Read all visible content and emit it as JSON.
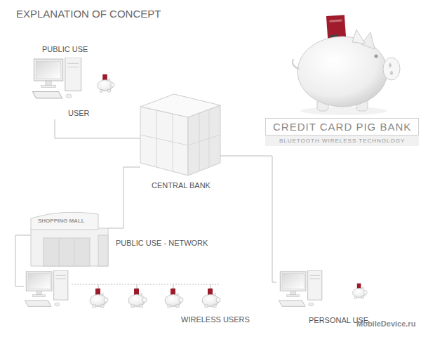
{
  "diagram": {
    "title": "EXPLANATION OF CONCEPT",
    "nodes": [
      {
        "text": [
          "PUBLIC USE",
          "USER"
        ]
      },
      {
        "text": [
          "CENTRAL BANK"
        ]
      },
      {
        "text": [
          "SHOPPING MALL",
          "PUBLIC USE - NETWORK"
        ]
      },
      {
        "text": [
          "WIRELESS USERS"
        ]
      },
      {
        "text": [
          "PERSONAL USE"
        ]
      },
      {
        "text": [
          "CREDIT CARD PIG BANK",
          "BLUETOOTH WIRELESS TECHNOLOGY"
        ]
      }
    ],
    "edges": [
      {
        "from": 0,
        "to": 1,
        "arrow": "none"
      },
      {
        "from": 1,
        "to": 2,
        "arrow": "none"
      },
      {
        "from": 1,
        "to": 4,
        "arrow": "none"
      },
      {
        "from": 2,
        "to": 3,
        "arrow": "none"
      }
    ],
    "labels": [
      "MobileDevice.ru"
    ]
  }
}
